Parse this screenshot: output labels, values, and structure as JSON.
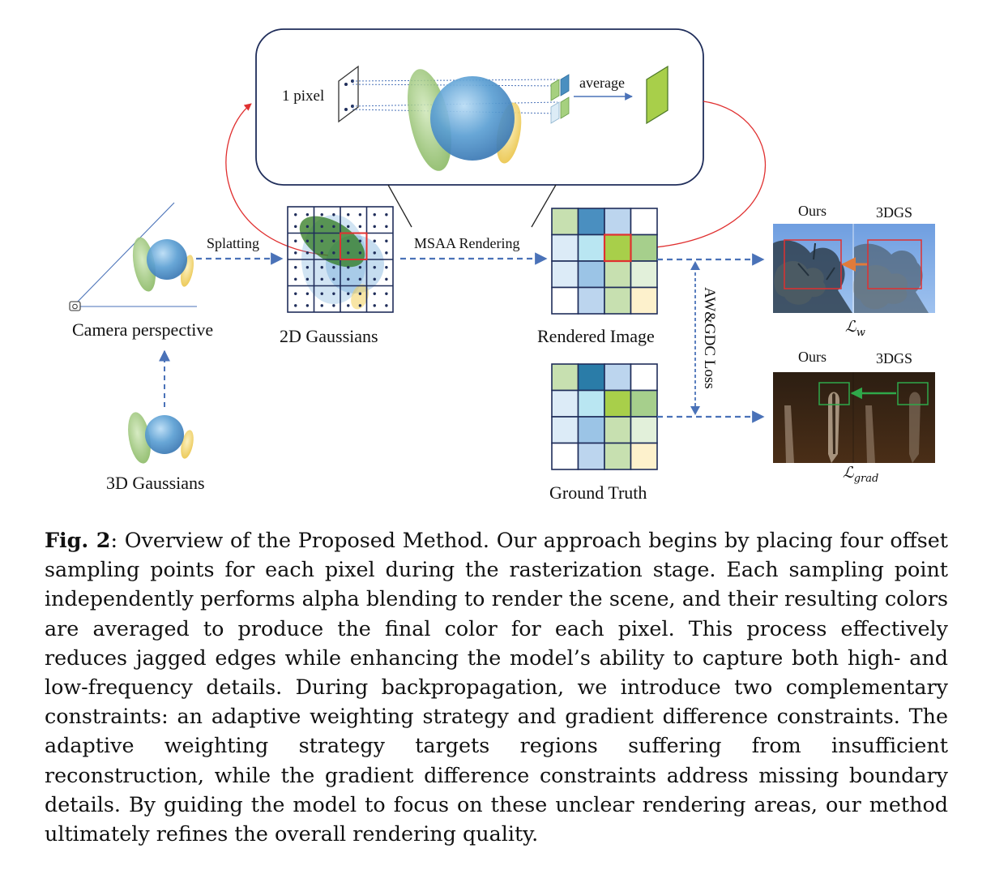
{
  "figure": {
    "labels": {
      "one_pixel": "1 pixel",
      "average": "average",
      "splatting": "Splatting",
      "msaa_rendering": "MSAA Rendering",
      "camera_perspective": "Camera perspective",
      "gaussians_2d": "2D Gaussians",
      "gaussians_3d": "3D Gaussians",
      "rendered_image": "Rendered Image",
      "ground_truth": "Ground Truth",
      "loss_label": "AW&GDC Loss",
      "ours_top": "Ours",
      "dgs_top": "3DGS",
      "ours_bottom": "Ours",
      "dgs_bottom": "3DGS",
      "loss_w_symbol": "ℒ",
      "loss_w_sub": "w",
      "loss_grad_symbol": "ℒ",
      "loss_grad_sub": "grad"
    },
    "colors": {
      "arrow_blue": "#4a72b8",
      "highlight_red": "#e03030",
      "highlight_green": "#2fa84a",
      "gaussian_blue": "#5b9fd3",
      "gaussian_green": "#8fbf6a",
      "gaussian_yellow": "#f2cf5b",
      "grid_navy": "#1f2d5a"
    }
  },
  "caption": {
    "label": "Fig. 2",
    "text": ": Overview of the Proposed Method. Our approach begins by placing four offset sampling points for each pixel during the rasterization stage. Each sampling point independently performs alpha blending to render the scene, and their resulting colors are averaged to produce the final color for each pixel. This process effectively reduces jagged edges while enhancing the model’s ability to capture both high- and low-frequency details. During backpropagation, we introduce two complementary constraints: an adaptive weighting strategy and gradient difference constraints. The adaptive weighting strategy targets regions suffering from insufficient reconstruction, while the gradient difference constraints address missing boundary details. By guiding the model to focus on these unclear rendering areas, our method ultimately refines the overall rendering quality."
  }
}
